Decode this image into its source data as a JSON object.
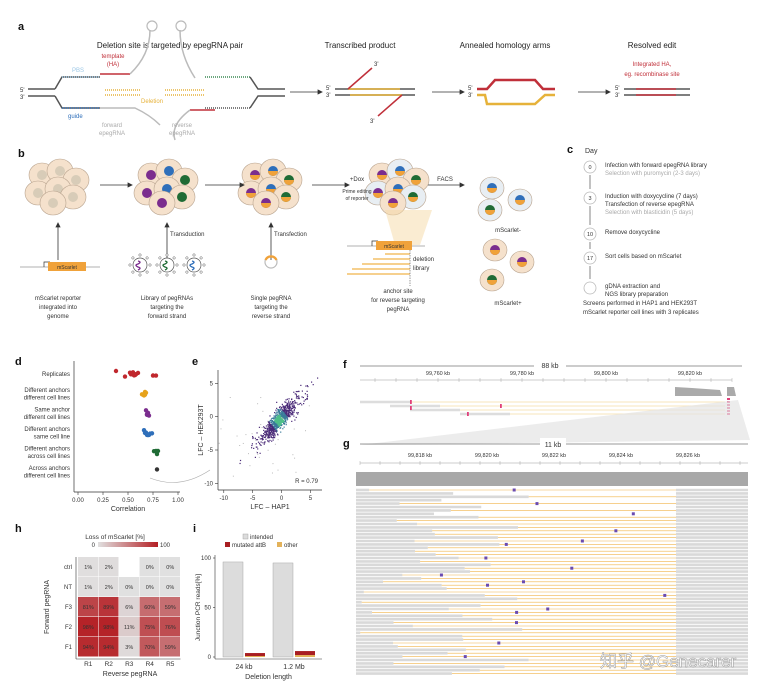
{
  "panel_a": {
    "label": "a",
    "title_1": "Deletion site is targeted by epegRNA pair",
    "title_2": "Transcribed product",
    "title_3": "Annealed homology arms",
    "title_4": "Resolved edit",
    "template": "template",
    "ha": "(HA)",
    "pbs": "PBS",
    "guide": "guide",
    "deletion": "Deletion",
    "forward": "forward",
    "reverse": "reverse",
    "epegrna": "epegRNA",
    "five": "5'",
    "three": "3'",
    "resolved_1": "Integrated HA,",
    "resolved_2": "eg. recombinase site"
  },
  "panel_b": {
    "label": "b",
    "step1": [
      "mScarlet reporter",
      "integrated into",
      "genome"
    ],
    "step2": [
      "Library of pegRNAs",
      "targeting the",
      "forward strand"
    ],
    "step3": [
      "Single pegRNA",
      "targeting the",
      "reverse strand"
    ],
    "step4": [
      "anchor site",
      "for reverse targeting",
      "pegRNA"
    ],
    "mscarlet": "mScarlet",
    "transduction": "Transduction",
    "transfection": "Transfection",
    "dox": "+Dox",
    "prime_1": "Prime editing",
    "prime_2": "of reporter",
    "facs": "FACS",
    "deletion": "deletion",
    "library": "library",
    "neg": "mScarlet-",
    "pos": "mScarlet+"
  },
  "panel_c": {
    "label": "c",
    "header": "Day",
    "steps": [
      {
        "day": "0",
        "lines": [
          "Infection with forward epegRNA library"
        ],
        "note": "Selection with puromycin (2-3 days)"
      },
      {
        "day": "3",
        "lines": [
          "Induction with doxycycline (7 days)",
          "Transfection of reverse epegRNA"
        ],
        "note": "Selection with blasticidin (5 days)"
      },
      {
        "day": "10",
        "lines": [
          "Remove doxycycline"
        ],
        "note": ""
      },
      {
        "day": "17",
        "lines": [
          "Sort cells based on mScarlet"
        ],
        "note": ""
      },
      {
        "day": "",
        "lines": [
          "gDNA extraction and",
          "NGS library preparation"
        ],
        "note": ""
      }
    ],
    "footer_1": "Screens performed in HAP1 and HEK293T",
    "footer_2": "mScarlet reporter cell lines with 3 replicates"
  },
  "panel_f": {
    "label": "f",
    "span": "88 kb",
    "ticks": [
      "99,760 kb",
      "99,780 kb",
      "99,800 kb",
      "99,820 kb"
    ]
  },
  "panel_g": {
    "label": "g",
    "span": "11 kb",
    "ticks": [
      "99,818 kb",
      "99,820 kb",
      "99,822 kb",
      "99,824 kb",
      "99,826 kb"
    ]
  },
  "watermark": "知乎 @Genecarer",
  "chart_data": [
    {
      "panel": "d",
      "type": "scatter",
      "xlabel": "Correlation",
      "xlim": [
        0,
        1
      ],
      "xticks": [
        "0.00",
        "0.25",
        "0.50",
        "0.75",
        "1.00"
      ],
      "categories": [
        "Replicates",
        "Different anchors\ndifferent cell lines",
        "Same anchor\ndifferent cell lines",
        "Different anchors\nsame cell line",
        "Different anchors\nacross cell lines",
        "Across anchors\ndifferent cell lines"
      ],
      "category_lines": [
        [
          "Replicates"
        ],
        [
          "Different anchors",
          "different cell lines"
        ],
        [
          "Same anchor",
          "different cell lines"
        ],
        [
          "Different anchors",
          "same cell line"
        ],
        [
          "Different anchors",
          "across cell lines"
        ],
        [
          "Across anchors",
          "different cell lines"
        ]
      ],
      "colors": [
        "#c0272d",
        "#e6a21b",
        "#7b2d8e",
        "#2f6fba",
        "#1f6b35",
        "#333333"
      ],
      "values": [
        [
          0.38,
          0.47,
          0.52,
          0.55,
          0.56,
          0.58,
          0.6,
          0.75,
          0.78,
          0.53,
          0.57
        ],
        [
          0.64,
          0.66,
          0.67,
          0.68,
          0.65,
          0.67
        ],
        [
          0.68,
          0.69,
          0.7,
          0.71,
          0.69
        ],
        [
          0.66,
          0.68,
          0.7,
          0.72,
          0.74,
          0.67,
          0.71,
          0.69
        ],
        [
          0.76,
          0.78,
          0.79,
          0.8
        ],
        [
          0.79
        ]
      ]
    },
    {
      "panel": "e",
      "type": "scatter",
      "xlabel": "LFC – HAP1",
      "ylabel": "LFC – HEK293T",
      "xlim": [
        -11,
        7
      ],
      "ylim": [
        -11,
        7
      ],
      "xticks": [
        "-10",
        "-5",
        "0",
        "5"
      ],
      "yticks": [
        "5",
        "0",
        "-5",
        "-10"
      ],
      "annotation": "R = 0.79",
      "r": 0.79
    },
    {
      "panel": "h",
      "type": "heatmap",
      "title": "Loss of mScarlet [%]",
      "scale_min": "0",
      "scale_max": "100",
      "xlabel": "Reverse pegRNA",
      "ylabel": "Forward pegRNA",
      "columns": [
        "R1",
        "R2",
        "R3",
        "R4",
        "R5"
      ],
      "rows": [
        "ctrl",
        "NT",
        "F3",
        "F2",
        "F1"
      ],
      "values": [
        [
          1,
          2,
          null,
          0,
          0
        ],
        [
          1,
          2,
          0,
          0,
          0
        ],
        [
          81,
          89,
          6,
          60,
          59
        ],
        [
          98,
          98,
          11,
          75,
          76
        ],
        [
          94,
          94,
          3,
          70,
          59
        ]
      ]
    },
    {
      "panel": "i",
      "type": "bar",
      "ylabel": "Junction PCR reads[%]",
      "xlabel": "Deletion length",
      "categories": [
        "24 kb",
        "1.2 Mb"
      ],
      "ylim": [
        0,
        100
      ],
      "yticks": [
        "0",
        "50",
        "100"
      ],
      "legend": [
        "intended",
        "mutated attB",
        "other"
      ],
      "series": [
        {
          "name": "intended",
          "color": "#dcdcdc",
          "values": [
            96,
            95
          ]
        },
        {
          "name": "mutated attB",
          "color": "#a81e22",
          "values": [
            3,
            4
          ]
        },
        {
          "name": "other",
          "color": "#e3b25a",
          "values": [
            1,
            2
          ]
        }
      ]
    }
  ]
}
